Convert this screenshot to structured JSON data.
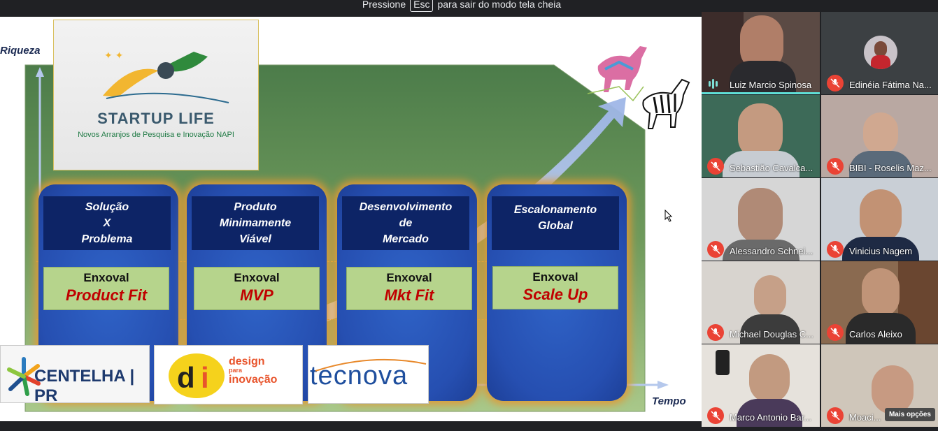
{
  "banner": {
    "prefix": "Pressione",
    "key": "Esc",
    "suffix": "para sair do modo tela cheia"
  },
  "slide": {
    "y_axis_label": "Riqueza",
    "x_axis_label": "Tempo",
    "logo": {
      "title": "STARTUP LIFE",
      "subtitle": "Novos Arranjos de Pesquisa e Inovação NAPI"
    },
    "columns": [
      {
        "heading": "Solução\nX\nProblema",
        "box_top": "Enxoval",
        "box_bottom": "Product Fit"
      },
      {
        "heading": "Produto\nMinimamente\nViável",
        "box_top": "Enxoval",
        "box_bottom": "MVP"
      },
      {
        "heading": "Desenvolvimento\nde\nMercado",
        "box_top": "Enxoval",
        "box_bottom": "Mkt Fit"
      },
      {
        "heading": "Escalonamento\nGlobal",
        "box_top": "Enxoval",
        "box_bottom": "Scale Up"
      }
    ],
    "partners": {
      "centelha": "CENTELHA | PR",
      "design_line1": "design",
      "design_line2": "para",
      "design_line3": "inovação",
      "tecnova": "tecnova"
    }
  },
  "participants": [
    {
      "name": "Luiz Marcio Spinosa",
      "muted": false,
      "speaking": true
    },
    {
      "name": "Edinéia Fátima Na...",
      "muted": true,
      "speaking": false
    },
    {
      "name": "Sebastião Cavalca...",
      "muted": true,
      "speaking": false
    },
    {
      "name": "BIBI - Roselis Maz...",
      "muted": true,
      "speaking": false
    },
    {
      "name": "Alessandro Schnei...",
      "muted": true,
      "speaking": false
    },
    {
      "name": "Vinicius Nagem",
      "muted": true,
      "speaking": false
    },
    {
      "name": "Michael Douglas C...",
      "muted": true,
      "speaking": false
    },
    {
      "name": "Carlos Aleixo",
      "muted": true,
      "speaking": false
    },
    {
      "name": "Marco Antonio Bar...",
      "muted": true,
      "speaking": false
    },
    {
      "name": "Moaci...",
      "muted": true,
      "speaking": false
    }
  ],
  "more_options_label": "Mais opções",
  "colors": {
    "accent_speaking": "#5fe0d7",
    "muted_red": "#ea4335",
    "background": "#202124"
  }
}
